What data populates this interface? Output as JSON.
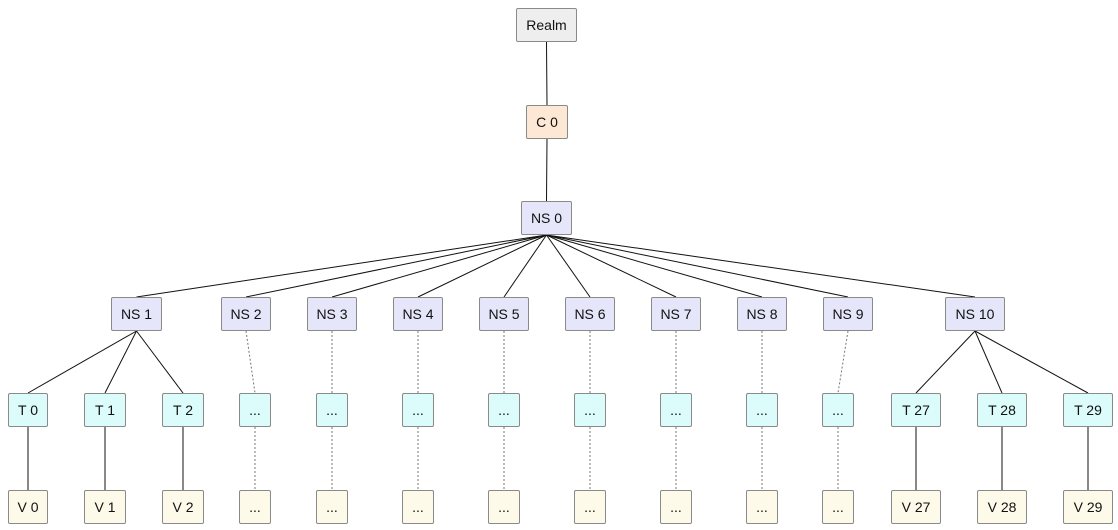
{
  "colors": {
    "root": "#eeeeee",
    "cluster": "#fce8d4",
    "namespace": "#e6e6fa",
    "tenant": "#dcfbfb",
    "volume": "#fdfaea",
    "edge": "#111111",
    "dotted_edge": "#777777"
  },
  "nodes": [
    {
      "id": "realm",
      "label": "Realm",
      "kind": "root"
    },
    {
      "id": "c0",
      "label": "C 0",
      "kind": "cluster"
    },
    {
      "id": "ns0",
      "label": "NS 0",
      "kind": "namespace"
    },
    {
      "id": "ns1",
      "label": "NS 1",
      "kind": "namespace"
    },
    {
      "id": "ns2",
      "label": "NS 2",
      "kind": "namespace"
    },
    {
      "id": "ns3",
      "label": "NS 3",
      "kind": "namespace"
    },
    {
      "id": "ns4",
      "label": "NS 4",
      "kind": "namespace"
    },
    {
      "id": "ns5",
      "label": "NS 5",
      "kind": "namespace"
    },
    {
      "id": "ns6",
      "label": "NS 6",
      "kind": "namespace"
    },
    {
      "id": "ns7",
      "label": "NS 7",
      "kind": "namespace"
    },
    {
      "id": "ns8",
      "label": "NS 8",
      "kind": "namespace"
    },
    {
      "id": "ns9",
      "label": "NS 9",
      "kind": "namespace"
    },
    {
      "id": "ns10",
      "label": "NS 10",
      "kind": "namespace"
    },
    {
      "id": "t0",
      "label": "T 0",
      "kind": "tenant"
    },
    {
      "id": "t1",
      "label": "T 1",
      "kind": "tenant"
    },
    {
      "id": "t2",
      "label": "T 2",
      "kind": "tenant"
    },
    {
      "id": "tx2",
      "label": "...",
      "kind": "tenant"
    },
    {
      "id": "tx3",
      "label": "...",
      "kind": "tenant"
    },
    {
      "id": "tx4",
      "label": "...",
      "kind": "tenant"
    },
    {
      "id": "tx5",
      "label": "...",
      "kind": "tenant"
    },
    {
      "id": "tx6",
      "label": "...",
      "kind": "tenant"
    },
    {
      "id": "tx7",
      "label": "...",
      "kind": "tenant"
    },
    {
      "id": "tx8",
      "label": "...",
      "kind": "tenant"
    },
    {
      "id": "tx9",
      "label": "...",
      "kind": "tenant"
    },
    {
      "id": "t27",
      "label": "T 27",
      "kind": "tenant"
    },
    {
      "id": "t28",
      "label": "T 28",
      "kind": "tenant"
    },
    {
      "id": "t29",
      "label": "T 29",
      "kind": "tenant"
    },
    {
      "id": "v0",
      "label": "V 0",
      "kind": "volume"
    },
    {
      "id": "v1",
      "label": "V 1",
      "kind": "volume"
    },
    {
      "id": "v2",
      "label": "V 2",
      "kind": "volume"
    },
    {
      "id": "vx2",
      "label": "...",
      "kind": "volume"
    },
    {
      "id": "vx3",
      "label": "...",
      "kind": "volume"
    },
    {
      "id": "vx4",
      "label": "...",
      "kind": "volume"
    },
    {
      "id": "vx5",
      "label": "...",
      "kind": "volume"
    },
    {
      "id": "vx6",
      "label": "...",
      "kind": "volume"
    },
    {
      "id": "vx7",
      "label": "...",
      "kind": "volume"
    },
    {
      "id": "vx8",
      "label": "...",
      "kind": "volume"
    },
    {
      "id": "vx9",
      "label": "...",
      "kind": "volume"
    },
    {
      "id": "v27",
      "label": "V 27",
      "kind": "volume"
    },
    {
      "id": "v28",
      "label": "V 28",
      "kind": "volume"
    },
    {
      "id": "v29",
      "label": "V 29",
      "kind": "volume"
    }
  ],
  "edges": [
    {
      "from": "realm",
      "to": "c0",
      "style": "solid"
    },
    {
      "from": "c0",
      "to": "ns0",
      "style": "solid"
    },
    {
      "from": "ns0",
      "to": "ns1",
      "style": "solid"
    },
    {
      "from": "ns0",
      "to": "ns2",
      "style": "solid"
    },
    {
      "from": "ns0",
      "to": "ns3",
      "style": "solid"
    },
    {
      "from": "ns0",
      "to": "ns4",
      "style": "solid"
    },
    {
      "from": "ns0",
      "to": "ns5",
      "style": "solid"
    },
    {
      "from": "ns0",
      "to": "ns6",
      "style": "solid"
    },
    {
      "from": "ns0",
      "to": "ns7",
      "style": "solid"
    },
    {
      "from": "ns0",
      "to": "ns8",
      "style": "solid"
    },
    {
      "from": "ns0",
      "to": "ns9",
      "style": "solid"
    },
    {
      "from": "ns0",
      "to": "ns10",
      "style": "solid"
    },
    {
      "from": "ns1",
      "to": "t0",
      "style": "solid"
    },
    {
      "from": "ns1",
      "to": "t1",
      "style": "solid"
    },
    {
      "from": "ns1",
      "to": "t2",
      "style": "solid"
    },
    {
      "from": "ns2",
      "to": "tx2",
      "style": "dotted"
    },
    {
      "from": "ns3",
      "to": "tx3",
      "style": "dotted"
    },
    {
      "from": "ns4",
      "to": "tx4",
      "style": "dotted"
    },
    {
      "from": "ns5",
      "to": "tx5",
      "style": "dotted"
    },
    {
      "from": "ns6",
      "to": "tx6",
      "style": "dotted"
    },
    {
      "from": "ns7",
      "to": "tx7",
      "style": "dotted"
    },
    {
      "from": "ns8",
      "to": "tx8",
      "style": "dotted"
    },
    {
      "from": "ns9",
      "to": "tx9",
      "style": "dotted"
    },
    {
      "from": "ns10",
      "to": "t27",
      "style": "solid"
    },
    {
      "from": "ns10",
      "to": "t28",
      "style": "solid"
    },
    {
      "from": "ns10",
      "to": "t29",
      "style": "solid"
    },
    {
      "from": "t0",
      "to": "v0",
      "style": "solid"
    },
    {
      "from": "t1",
      "to": "v1",
      "style": "solid"
    },
    {
      "from": "t2",
      "to": "v2",
      "style": "solid"
    },
    {
      "from": "tx2",
      "to": "vx2",
      "style": "dotted"
    },
    {
      "from": "tx3",
      "to": "vx3",
      "style": "dotted"
    },
    {
      "from": "tx4",
      "to": "vx4",
      "style": "dotted"
    },
    {
      "from": "tx5",
      "to": "vx5",
      "style": "dotted"
    },
    {
      "from": "tx6",
      "to": "vx6",
      "style": "dotted"
    },
    {
      "from": "tx7",
      "to": "vx7",
      "style": "dotted"
    },
    {
      "from": "tx8",
      "to": "vx8",
      "style": "dotted"
    },
    {
      "from": "tx9",
      "to": "vx9",
      "style": "dotted"
    },
    {
      "from": "t27",
      "to": "v27",
      "style": "solid"
    },
    {
      "from": "t28",
      "to": "v28",
      "style": "solid"
    },
    {
      "from": "t29",
      "to": "v29",
      "style": "solid"
    }
  ]
}
